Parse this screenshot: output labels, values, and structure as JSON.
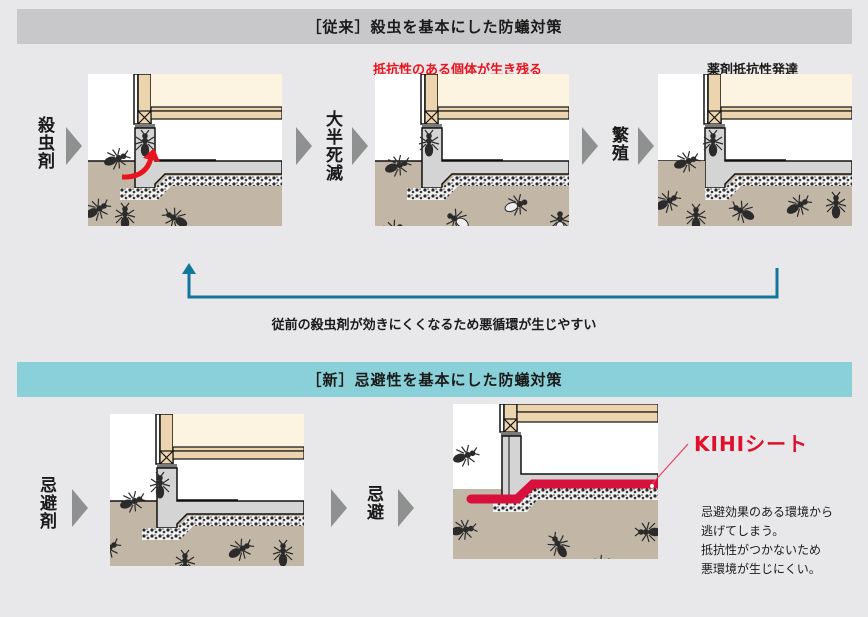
{
  "old_section": {
    "title": "［従来］殺虫を基本にした防蟻対策",
    "step_labels": [
      "殺虫剤",
      "大半死滅",
      "繁殖"
    ],
    "panel_captions": [
      {
        "text": "",
        "color": ""
      },
      {
        "text": "抵抗性のある個体が生き残る",
        "color": "#e8141e"
      },
      {
        "text": "薬剤抵抗性発達",
        "color": "#1a1a1a"
      }
    ],
    "loop_caption": "従前の殺虫剤が効きにくくなるため悪循環が生じやすい",
    "loop_arrow_color": "#12759a"
  },
  "new_section": {
    "title": "［新］忌避性を基本にした防蟻対策",
    "step_labels": [
      "忌避剤",
      "忌避"
    ],
    "sheet_label": "KIHIシート",
    "sheet_color": "#d8103c",
    "note_lines": [
      "忌避効果のある環境から",
      "逃げてしまう。",
      "抵抗性がつかないため",
      "悪環境が生じにくい。"
    ]
  },
  "colors": {
    "banner_old": "#c8c8ca",
    "banner_new": "#89d0d8",
    "background": "#e8e8ea",
    "soil": "#c2b6a6",
    "wood": "#ecd4ae",
    "floor_fill": "#fdf3e1",
    "concrete": "#d4d4d4",
    "arrow_gray": "#8e918f",
    "accent_red": "#e8141e"
  },
  "icons": {
    "step_arrow": "triangle-right",
    "termite": "ant-silhouette",
    "poison_arrow": "curved-arrow-red"
  }
}
